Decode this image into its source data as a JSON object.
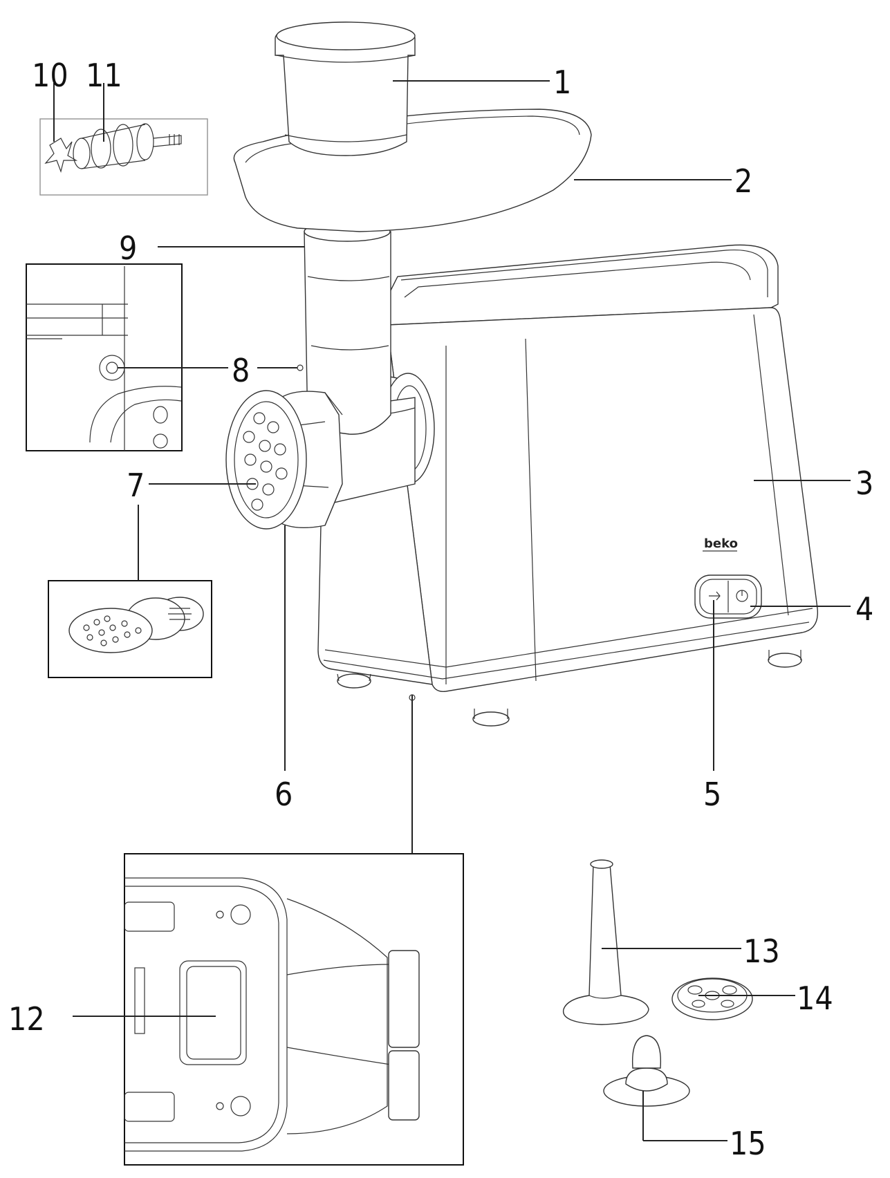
{
  "diagram": {
    "labels": {
      "l1": "1",
      "l2": "2",
      "l3": "3",
      "l4": "4",
      "l5": "5",
      "l6": "6",
      "l7": "7",
      "l8": "8",
      "l9": "9",
      "l10": "10",
      "l11": "11",
      "l12": "12",
      "l13": "13",
      "l14": "14",
      "l15": "15"
    },
    "brand": "beko",
    "colors": {
      "line": "#222222",
      "background": "#ffffff"
    }
  }
}
